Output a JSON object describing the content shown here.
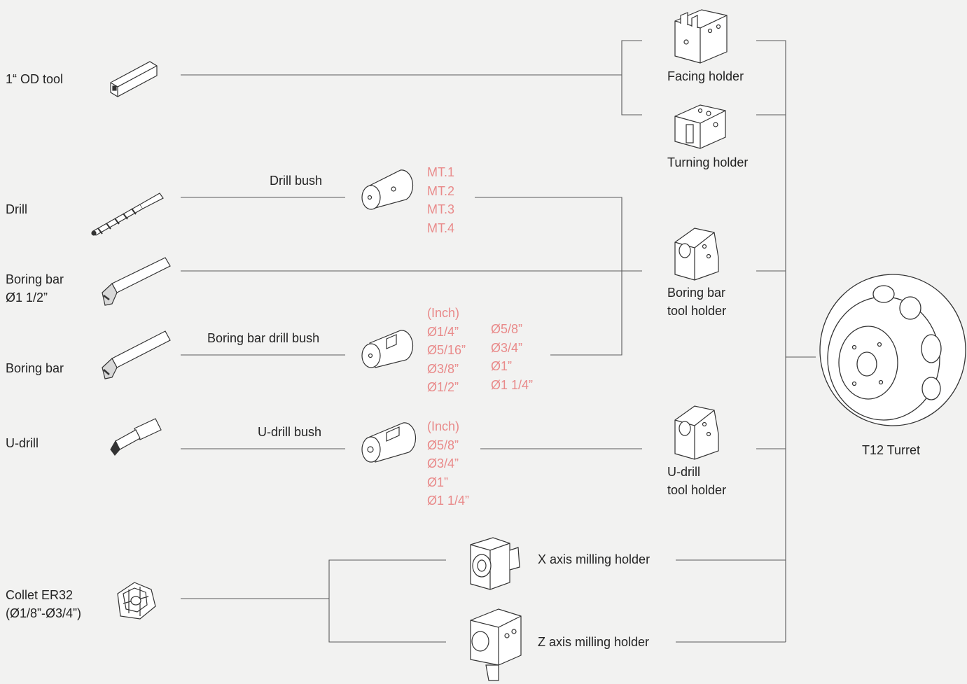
{
  "tools": {
    "od_tool": "1“ OD tool",
    "drill": "Drill",
    "boring_bar_large": "Boring bar\nØ1 1/2”",
    "boring_bar": "Boring bar",
    "u_drill": "U-drill",
    "collet": "Collet ER32\n(Ø1/8”-Ø3/4”)"
  },
  "bushes": {
    "drill_bush": "Drill bush",
    "boring_bar_drill_bush": "Boring bar drill bush",
    "u_drill_bush": "U-drill bush"
  },
  "specs": {
    "drill_bush": [
      "MT.1",
      "MT.2",
      "MT.3",
      "MT.4"
    ],
    "boring_bush_col1": [
      "(Inch)",
      "Ø1/4”",
      "Ø5/16”",
      "Ø3/8”",
      "Ø1/2”"
    ],
    "boring_bush_col2": [
      "Ø5/8”",
      "Ø3/4”",
      "Ø1”",
      "Ø1 1/4”"
    ],
    "u_drill_bush": [
      "(Inch)",
      "Ø5/8”",
      "Ø3/4”",
      "Ø1”",
      "Ø1 1/4”"
    ]
  },
  "holders": {
    "facing": "Facing holder",
    "turning": "Turning holder",
    "boring_bar": "Boring bar\ntool holder",
    "u_drill": "U-drill\ntool holder",
    "x_milling": "X axis milling holder",
    "z_milling": "Z axis milling holder"
  },
  "turret": "T12 Turret",
  "colors": {
    "spec": "#e98a8a",
    "line": "#555555",
    "background": "#f2f2f1"
  }
}
